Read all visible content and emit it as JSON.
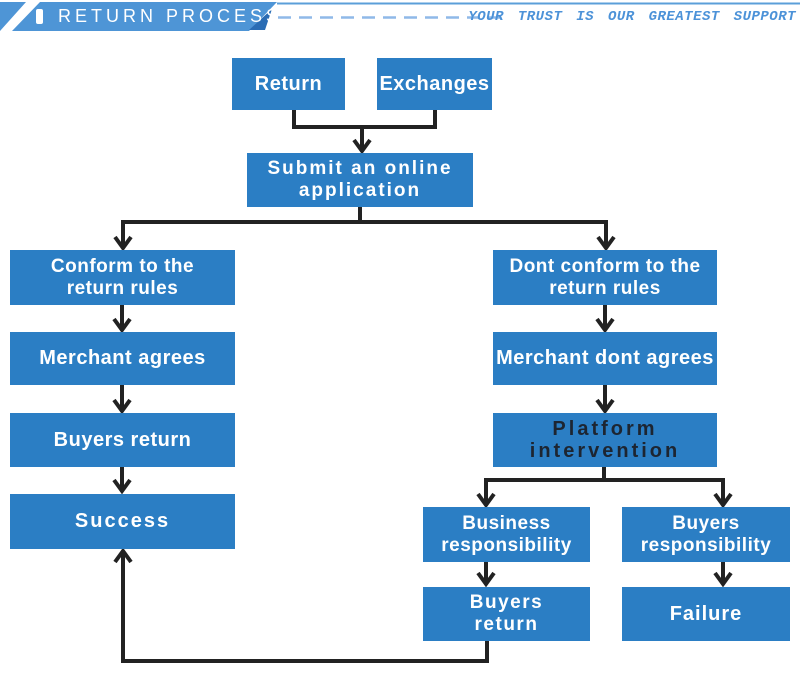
{
  "header": {
    "title": "RETURN PROCESS",
    "slogan": "YOUR TRUST IS OUR GREATEST SUPPORT"
  },
  "colors": {
    "banner_blue": "#4e95d6",
    "box_blue": "#2b7ec4",
    "dash_blue": "#8fb9e8",
    "slogan_blue": "#4c92d8",
    "fold_blue": "#2a6cb4",
    "arrow_dark": "#222222",
    "platform_text": "#1d2531"
  },
  "flowchart": {
    "nodes": {
      "return": {
        "label": "Return"
      },
      "exchanges": {
        "label": "Exchanges"
      },
      "submit_application": {
        "label": "Submit an online\napplication"
      },
      "conform_rules": {
        "label": "Conform to the\nreturn rules"
      },
      "merchant_agrees": {
        "label": "Merchant agrees"
      },
      "buyers_return": {
        "label": "Buyers return"
      },
      "success": {
        "label": "Success"
      },
      "dont_conform_rules": {
        "label": "Dont conform to the\nreturn rules"
      },
      "merchant_dont_agrees": {
        "label": "Merchant dont agrees"
      },
      "platform_intervention": {
        "label": "Platform\nintervention"
      },
      "business_responsibility": {
        "label": "Business\nresponsibility"
      },
      "buyers_responsibility": {
        "label": "Buyers\nresponsibility"
      },
      "buyers_return_2": {
        "label": "Buyers\nreturn"
      },
      "failure": {
        "label": "Failure"
      }
    }
  }
}
